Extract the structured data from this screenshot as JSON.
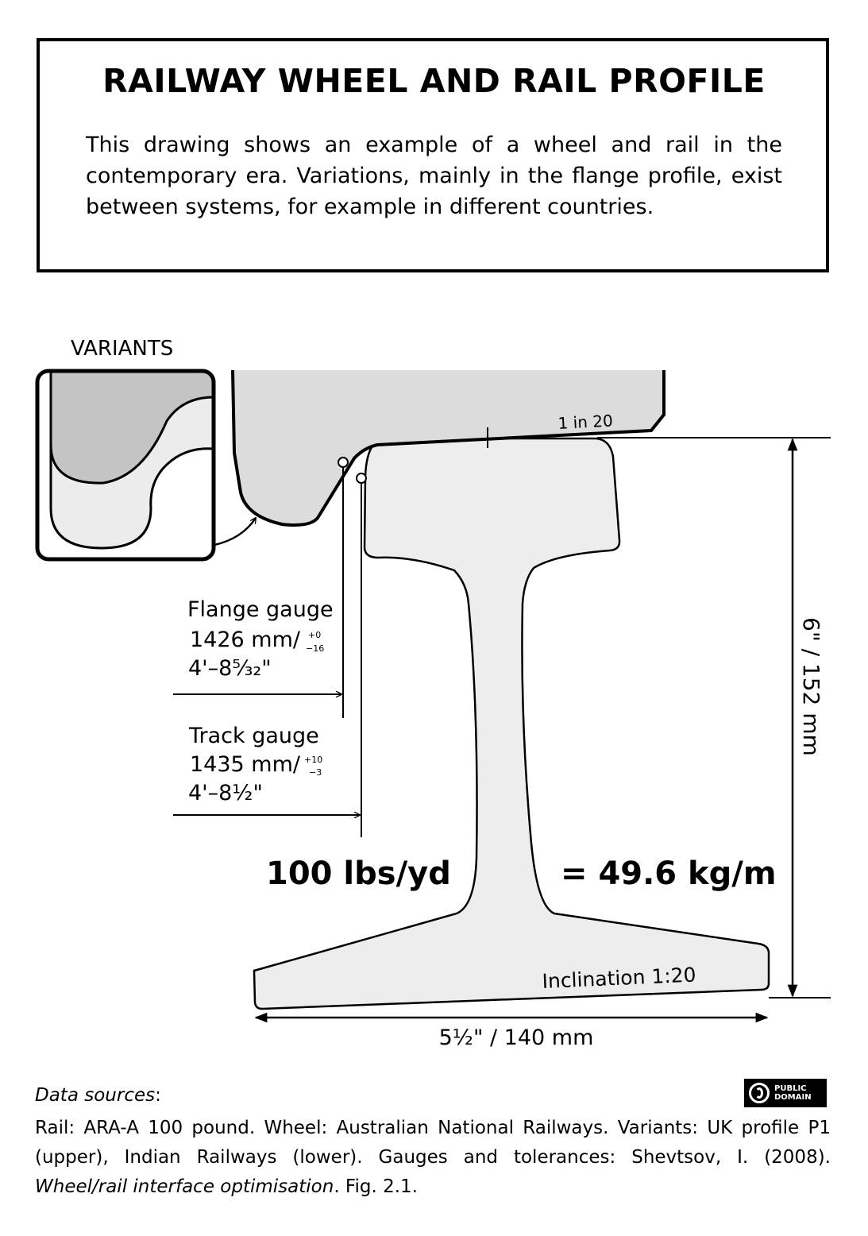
{
  "header": {
    "title": "RAILWAY WHEEL AND RAIL PROFILE",
    "description": "This drawing shows an example of a wheel and rail in the contemporary era. Variations, mainly in the flange profile, exist between systems, for example in different countries."
  },
  "diagram": {
    "variants_label": "VARIANTS",
    "slope_label": "1 in 20",
    "height_label": "6\" / 152 mm",
    "flange_gauge": {
      "title": "Flange gauge",
      "metric": "1426 mm/",
      "tol_plus": "+0",
      "tol_minus": "−16",
      "imperial": "4'–8⁵⁄₃₂\""
    },
    "track_gauge": {
      "title": "Track gauge",
      "metric": "1435 mm/",
      "tol_plus": "+10",
      "tol_minus": "−3",
      "imperial": "4'–8½\""
    },
    "weight_imperial": "100 lbs/yd",
    "weight_metric": "= 49.6 kg/m",
    "inclination_label": "Inclination 1:20",
    "width_label": "5½\" / 140 mm",
    "colors": {
      "wheel_fill": "#dcdcdc",
      "rail_fill": "#ededed",
      "variant_dark": "#c4c4c4",
      "stroke": "#000000"
    }
  },
  "sources": {
    "heading": "Data sources",
    "body_text": "Rail: ARA-A 100 pound. Wheel: Australian National Railways. Variants: UK profile P1 (upper), Indian Railways (lower). Gauges and tolerances: Shevtsov, I. (2008). ",
    "book_title": "Wheel/rail interface optimisation",
    "fig_ref": ". Fig. 2.1."
  },
  "license_badge": {
    "line1": "PUBLIC",
    "line2": "DOMAIN"
  }
}
